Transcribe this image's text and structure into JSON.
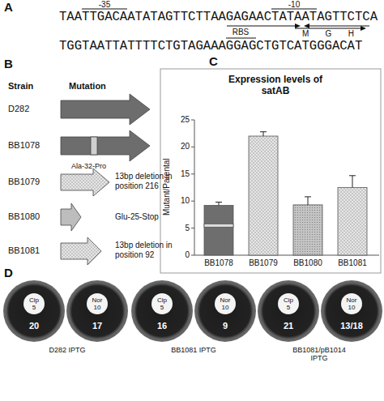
{
  "diagram": {
    "nodes": [
      {
        "text": [
          "20"
        ]
      },
      {
        "text": [
          "Cip 5"
        ],
        "in": 0
      },
      {
        "text": [
          "17"
        ]
      },
      {
        "text": [
          "Nor 10"
        ],
        "in": 2
      },
      {
        "text": [
          "16"
        ]
      },
      {
        "text": [
          "Cip 5"
        ],
        "in": 4
      },
      {
        "text": [
          "9"
        ]
      },
      {
        "text": [
          "Nor 10"
        ],
        "in": 6
      },
      {
        "text": [
          "21"
        ]
      },
      {
        "text": [
          "Cip 5"
        ],
        "in": 8
      },
      {
        "text": [
          "13/18"
        ]
      },
      {
        "text": [
          "Nor 10"
        ],
        "in": 10
      }
    ],
    "labels": [
      "A",
      "-35",
      "-10",
      "TAATTGACAATATAGTTCTTAAGAGAACTATAATAGTTCTCA",
      "RBS",
      "M",
      "G",
      "H",
      "TGGTAATTATTTTCTGTAGAAAGGAGCTGTCATGGGACAT",
      "B",
      "Strain",
      "Mutation",
      "D282",
      "BB1078",
      "Ala-32-Pro",
      "BB1079",
      "13bp deletion in position 216",
      "BB1080",
      "Glu-25-Stop",
      "BB1081",
      "13bp deletion in position 92",
      "C",
      "Expression levels of satAB",
      "Mutant/Parental",
      "0",
      "5",
      "10",
      "15",
      "20",
      "25",
      "BB1078",
      "BB1079",
      "BB1080",
      "BB1081",
      "D",
      "D282 IPTG",
      "BB1081 IPTG",
      "BB1081/pB1014 IPTG"
    ]
  }
}
